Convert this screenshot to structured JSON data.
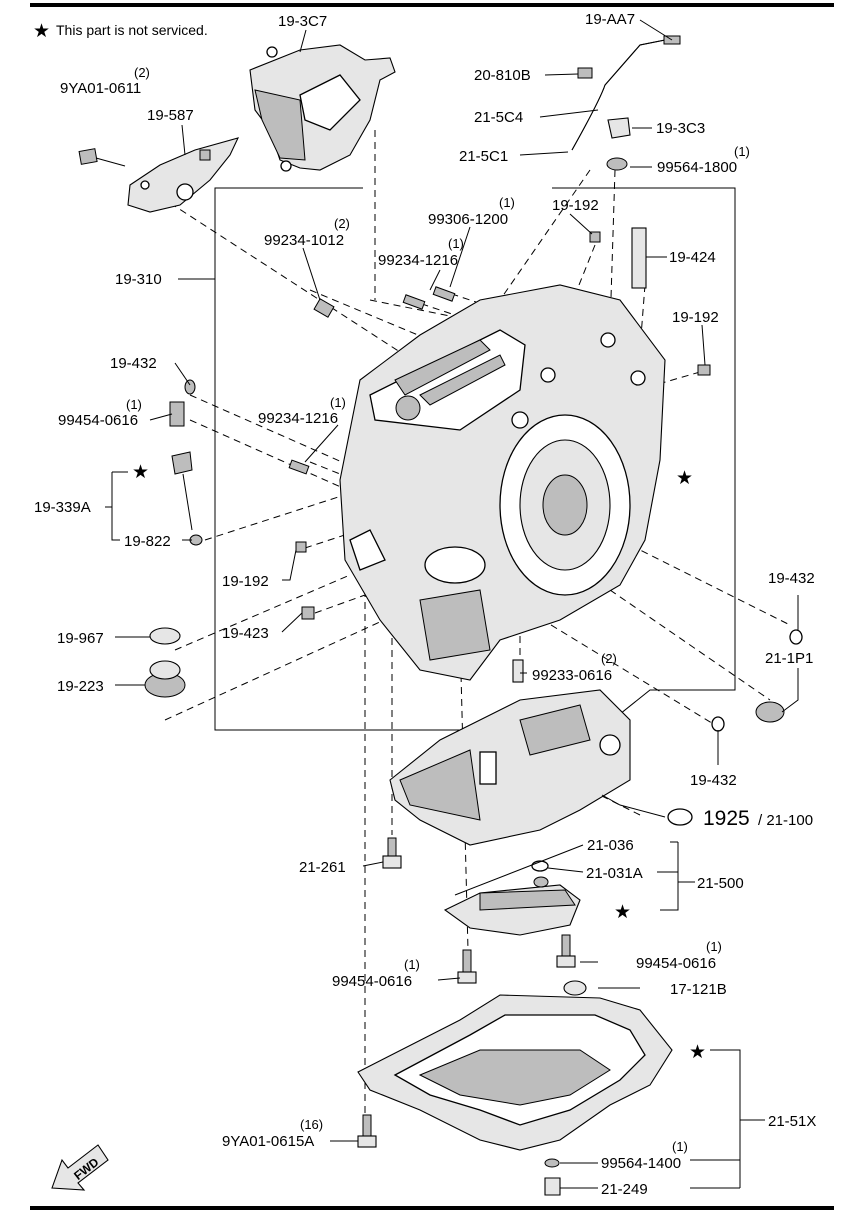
{
  "note": {
    "star": "★",
    "text": "This part is not serviced."
  },
  "fwd": "FWD",
  "labels": {
    "p19_3C7": "19-3C7",
    "p19_AA7": "19-AA7",
    "p20_810B": "20-810B",
    "p21_5C4": "21-5C4",
    "p19_3C3": "19-3C3",
    "p21_5C1": "21-5C1",
    "p99564_1800": "99564-1800",
    "p99564_1800_qty": "(1)",
    "p9YA01_0611_qty": "(2)",
    "p9YA01_0611": "9YA01-0611",
    "p19_587": "19-587",
    "p99306_1200_qty": "(1)",
    "p99306_1200": "99306-1200",
    "p19_192_a": "19-192",
    "p99234_1012_qty": "(2)",
    "p99234_1012": "99234-1012",
    "p99234_1216_a_qty": "(1)",
    "p99234_1216_a": "99234-1216",
    "p19_424": "19-424",
    "p19_310": "19-310",
    "p19_192_b": "19-192",
    "p19_432_a": "19-432",
    "p99454_0616_a_qty": "(1)",
    "p99454_0616_a": "99454-0616",
    "p99234_1216_b_qty": "(1)",
    "p99234_1216_b": "99234-1216",
    "p19_339A": "19-339A",
    "p19_822": "19-822",
    "p19_192_c": "19-192",
    "p19_432_b": "19-432",
    "p19_423": "19-423",
    "p21_1P1": "21-1P1",
    "p19_967": "19-967",
    "p99233_0616_qty": "(2)",
    "p99233_0616": "99233-0616",
    "p19_223": "19-223",
    "p19_432_c": "19-432",
    "ref1925": "1925",
    "ref21_100": "/ 21-100",
    "p21_036": "21-036",
    "p21_261": "21-261",
    "p21_031A": "21-031A",
    "p21_500": "21-500",
    "p99454_0616_b_qty": "(1)",
    "p99454_0616_b": "99454-0616",
    "p99454_0616_c_qty": "(1)",
    "p99454_0616_c": "99454-0616",
    "p17_121B": "17-121B",
    "p9YA01_0615A_qty": "(16)",
    "p9YA01_0615A": "9YA01-0615A",
    "p21_51X": "21-51X",
    "p99564_1400_qty": "(1)",
    "p99564_1400": "99564-1400",
    "p21_249": "21-249"
  }
}
